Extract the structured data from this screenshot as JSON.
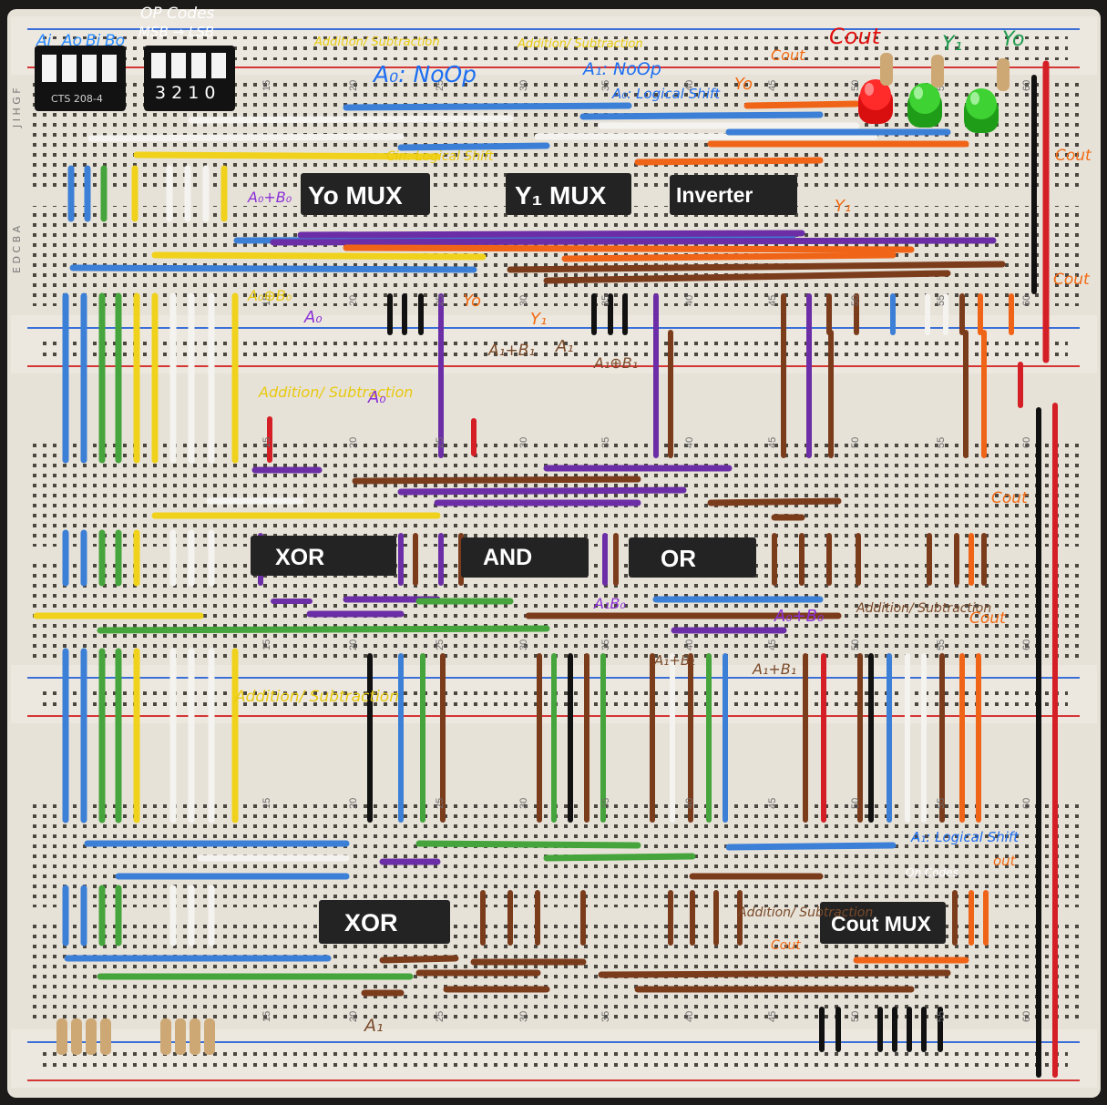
{
  "dip_switches": {
    "input_labels": [
      "Ai",
      "Ao",
      "Bi",
      "Bo"
    ],
    "input_colors": [
      "#2a8cff",
      "#2a8cff",
      "#2a8cff",
      "#2a8cff"
    ],
    "input_part_text": "CTS 208-4",
    "opcode_title": "OP Codes",
    "opcode_order": "MSB → LSB",
    "opcode_bits": "3 2 1 0"
  },
  "leds": {
    "cout_label": "Cout",
    "y1_label": "Y₁",
    "y0_label": "Yo",
    "colors": [
      "#e01010",
      "#37c72a",
      "#37c72a"
    ]
  },
  "chips": {
    "y0_mux": "Yo MUX",
    "y1_mux": "Y₁ MUX",
    "inverter": "Inverter",
    "xor_top": "XOR",
    "and": "AND",
    "or": "OR",
    "xor_bottom": "XOR",
    "cout_mux": "Cout MUX"
  },
  "annotations": {
    "add_sub_1": "Addition/ Subtraction",
    "a0_noop": "A₀: NoOp",
    "add_sub_2": "Addition/ Subtraction",
    "a1_noop": "A₁: NoOp",
    "a0_logical_shift": "A₀: Logical Shift",
    "cin_logical_shift": "Cin: Logical Shift",
    "y0_note": "Yo",
    "cout_bar": "Cout",
    "cout_right_1": "Cout",
    "a0_plus_b0": "A₀+B₀",
    "y1_bar": "Y₁",
    "a0_xor_b0": "A₀⊕B₀",
    "a0_bar": "A₀",
    "y0_mid": "Yo",
    "y1_mid": "Y₁",
    "a1_plus_b1": "A₁+B₁",
    "a1_bar": "A₁",
    "a1_xor_b1": "A₁⊕B₁",
    "cout_right_2": "Cout",
    "add_sub_3": "Addition/ Subtraction",
    "a0_note": "A₀",
    "cout_right_3": "Cout",
    "a1b0": "A₁B₀",
    "a0_plus_b0_2": "A₀+B₀",
    "add_sub_4": "Addition/ Subtraction",
    "cout_right_4": "Cout",
    "a1_plus_b1_2": "A₁+B₁",
    "a1_plus_b1_3": "A₁+B₁",
    "add_sub_5": "Addition/ Subtraction",
    "a1_logical_shift": "A₁: Logical Shift",
    "op_codes": "Op Codes",
    "cout_mux_out": "out",
    "add_sub_6": "Addition/ Subtraction",
    "cout_in": "Cout",
    "a1_bottom": "A₁"
  },
  "board": {
    "row_letters_top": "J I H G F",
    "row_letters_bottom": "E D C B A",
    "column_numbers": [
      "15",
      "20",
      "25",
      "30",
      "35",
      "40",
      "45",
      "50",
      "55",
      "60"
    ]
  }
}
